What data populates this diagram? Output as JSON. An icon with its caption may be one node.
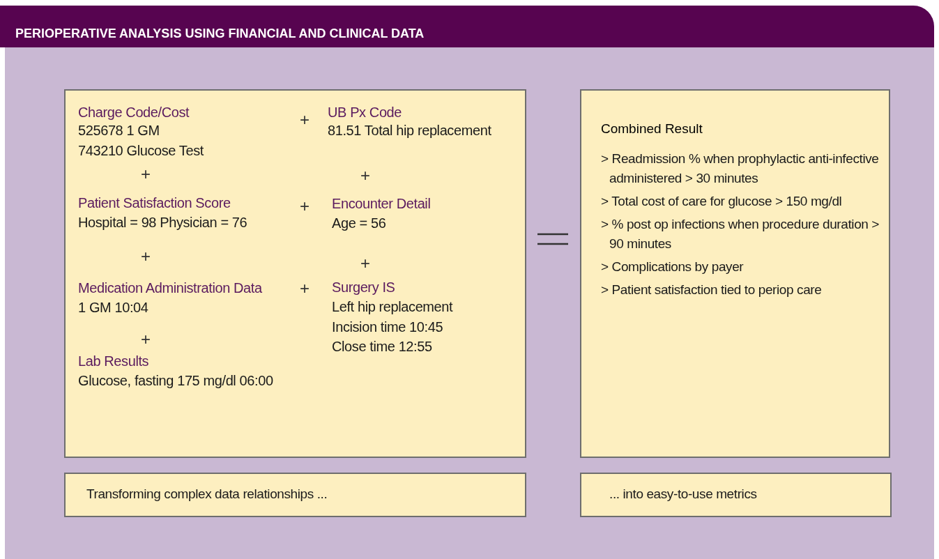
{
  "diagram": {
    "title": "PERIOPERATIVE ANALYSIS USING FINANCIAL AND CLINICAL DATA",
    "nodes": [
      {
        "text": [
          "Charge Code/Cost",
          "525678 1 GM",
          "743210 Glucose Test",
          "UB Px Code",
          "81.51 Total hip replacement",
          "Patient Satisfaction Score",
          "Hospital = 98 Physician = 76",
          "Encounter Detail",
          "Age = 56",
          "Medication Administration Data",
          "1 GM 10:04",
          "Surgery IS",
          "Left hip replacement",
          "Incision time 10:45",
          "Close time 12:55",
          "Lab Results",
          "Glucose, fasting 175 mg/dl 06:00"
        ]
      },
      {
        "text": [
          "Combined Result",
          "> Readmission % when prophylactic anti-infective administered > 30 minutes",
          "> Total cost of care for glucose > 150 mg/dl",
          "> % post op infections when procedure duration > 90 minutes",
          "> Complications by payer",
          "> Patient satisfaction tied to periop care"
        ]
      },
      {
        "text": [
          "Transforming complex data relationships ..."
        ]
      },
      {
        "text": [
          "... into easy-to-use metrics"
        ]
      }
    ],
    "labels": [
      "+",
      "+",
      "+",
      "+",
      "+",
      "+",
      "+",
      "+"
    ]
  }
}
